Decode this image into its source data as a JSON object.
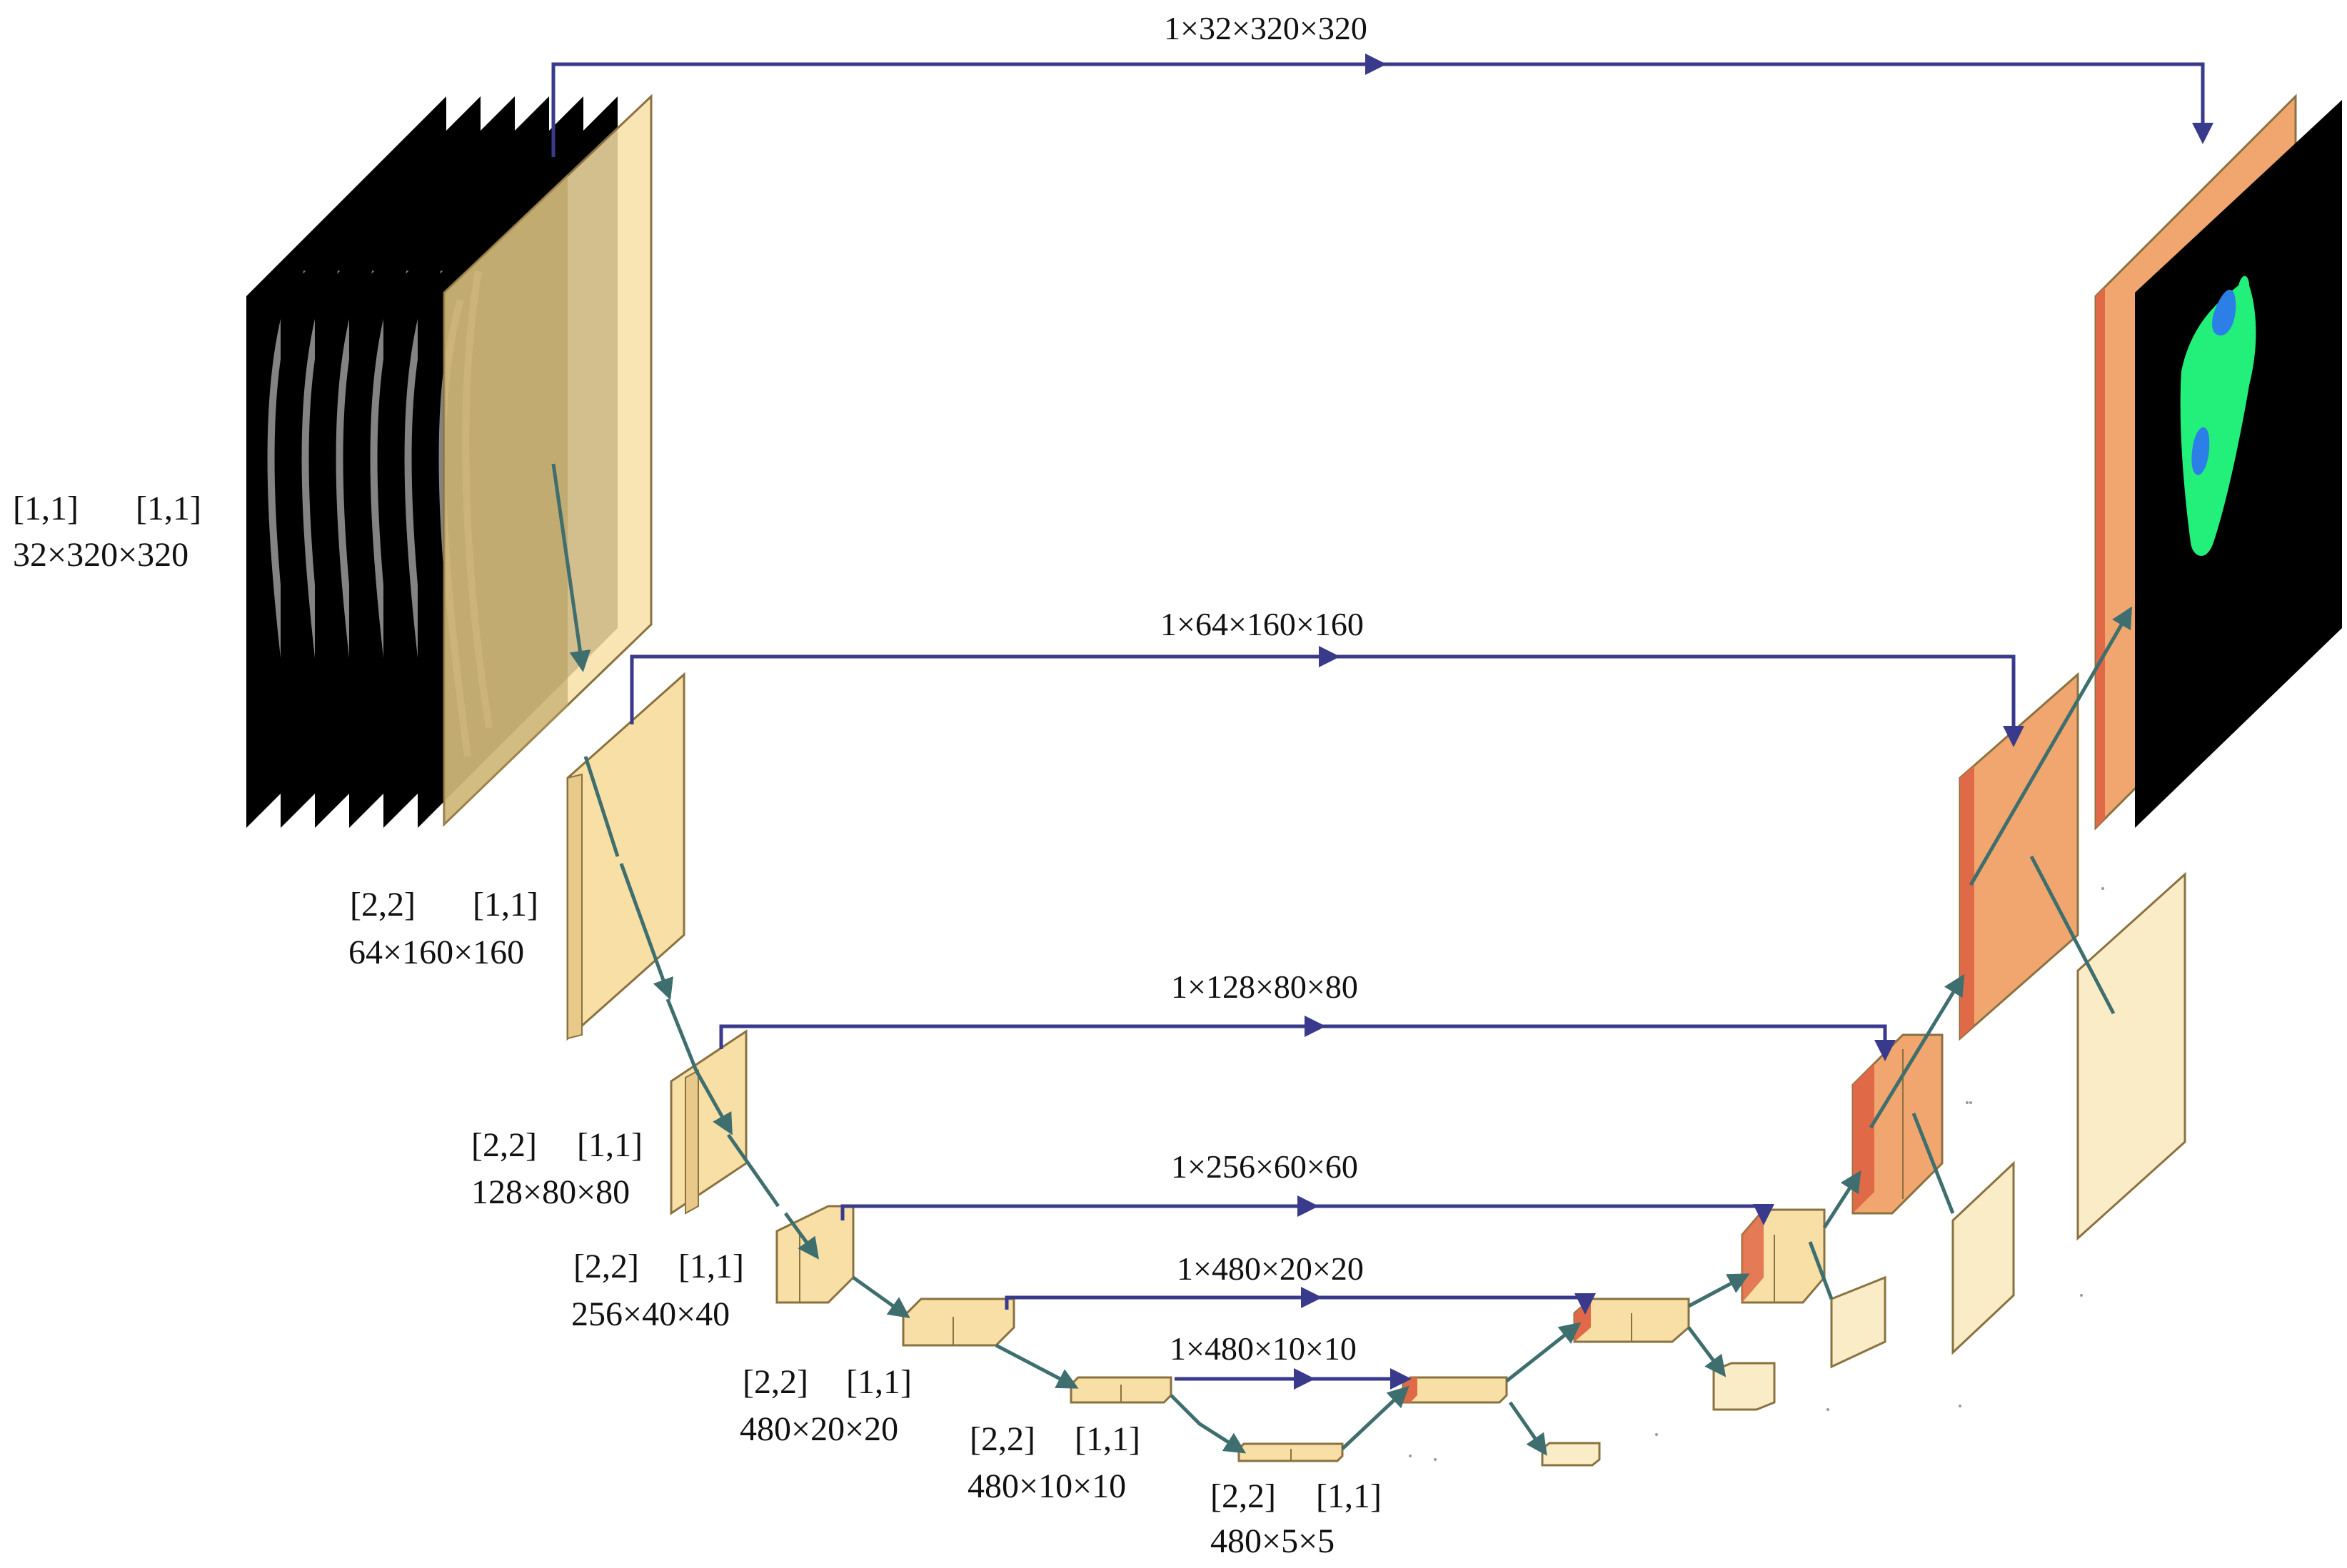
{
  "colors": {
    "skip_line": "#3a3a8c",
    "path_line": "#3e6e6e",
    "block_fill": "#f8dfa6",
    "block_fill_light": "#fbecc8",
    "block_edge": "#8a7240",
    "decoder_fill": "#f0a66e",
    "decoder_accent": "#e06a48",
    "mask_green": "#22f07a",
    "mask_blue": "#2b7fe6"
  },
  "encoder_labels": [
    {
      "id": "enc1",
      "stride": "[1,1]",
      "kernel": "[1,1]",
      "shape": "32×320×320"
    },
    {
      "id": "enc2",
      "stride": "[2,2]",
      "kernel": "[1,1]",
      "shape": "64×160×160"
    },
    {
      "id": "enc3",
      "stride": "[2,2]",
      "kernel": "[1,1]",
      "shape": "128×80×80"
    },
    {
      "id": "enc4",
      "stride": "[2,2]",
      "kernel": "[1,1]",
      "shape": "256×40×40"
    },
    {
      "id": "enc5",
      "stride": "[2,2]",
      "kernel": "[1,1]",
      "shape": "480×20×20"
    },
    {
      "id": "enc6",
      "stride": "[2,2]",
      "kernel": "[1,1]",
      "shape": "480×10×10"
    },
    {
      "id": "bottleneck",
      "stride": "[2,2]",
      "kernel": "[1,1]",
      "shape": "480×5×5"
    }
  ],
  "skip_labels": [
    "1×32×320×320",
    "1×64×160×160",
    "1×128×80×80",
    "1×256×60×60",
    "1×480×20×20",
    "1×480×10×10"
  ],
  "icons": {
    "input_stack": "mri-slice-stack-icon",
    "output_mask": "segmentation-mask-icon"
  }
}
